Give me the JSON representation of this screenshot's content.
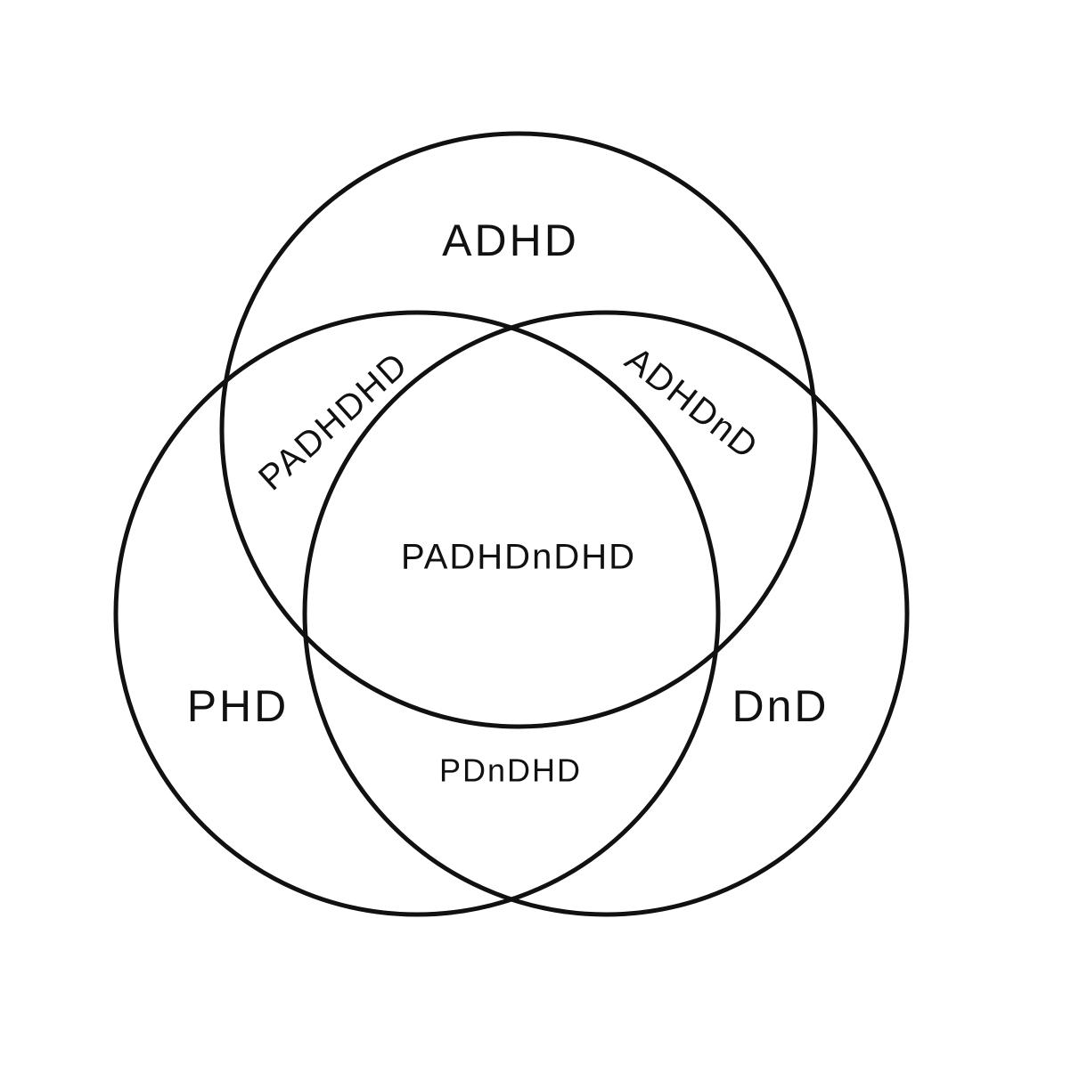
{
  "diagram": {
    "sets": {
      "top": "ADHD",
      "left": "PHD",
      "right": "DnD"
    },
    "intersections": {
      "top_left": "PADHDHD",
      "top_right": "ADHDnD",
      "left_right": "PDnDHD",
      "all_three": "PADHDnDHD"
    },
    "colors": {
      "stroke": "#111111",
      "background": "#ffffff"
    }
  }
}
